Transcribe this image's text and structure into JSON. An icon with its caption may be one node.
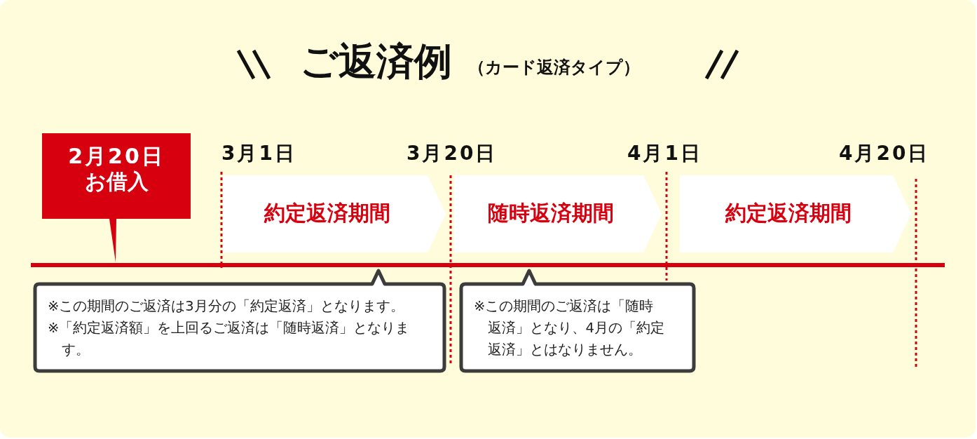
{
  "diagram": {
    "title": "ご返済例",
    "nodes": [
      {
        "text": [
          "2月20日",
          "お借入"
        ]
      },
      {
        "text": [
          "約定返済期間"
        ]
      },
      {
        "text": [
          "随時返済期間"
        ]
      },
      {
        "text": [
          "約定返済期間"
        ]
      },
      {
        "text": [
          "※この期間のご返済は3月分の「約定返済」となります。",
          "※「約定返済額」を上回るご返済は「随時返済」となります。"
        ]
      },
      {
        "text": [
          "※この期間のご返済は「随時返済」となり、4月の「約定返済」とはなりません。"
        ]
      }
    ],
    "edges": [],
    "labels": [
      "（カード返済タイプ）",
      "3月1日",
      "3月20日",
      "4月1日",
      "4月20日"
    ]
  }
}
